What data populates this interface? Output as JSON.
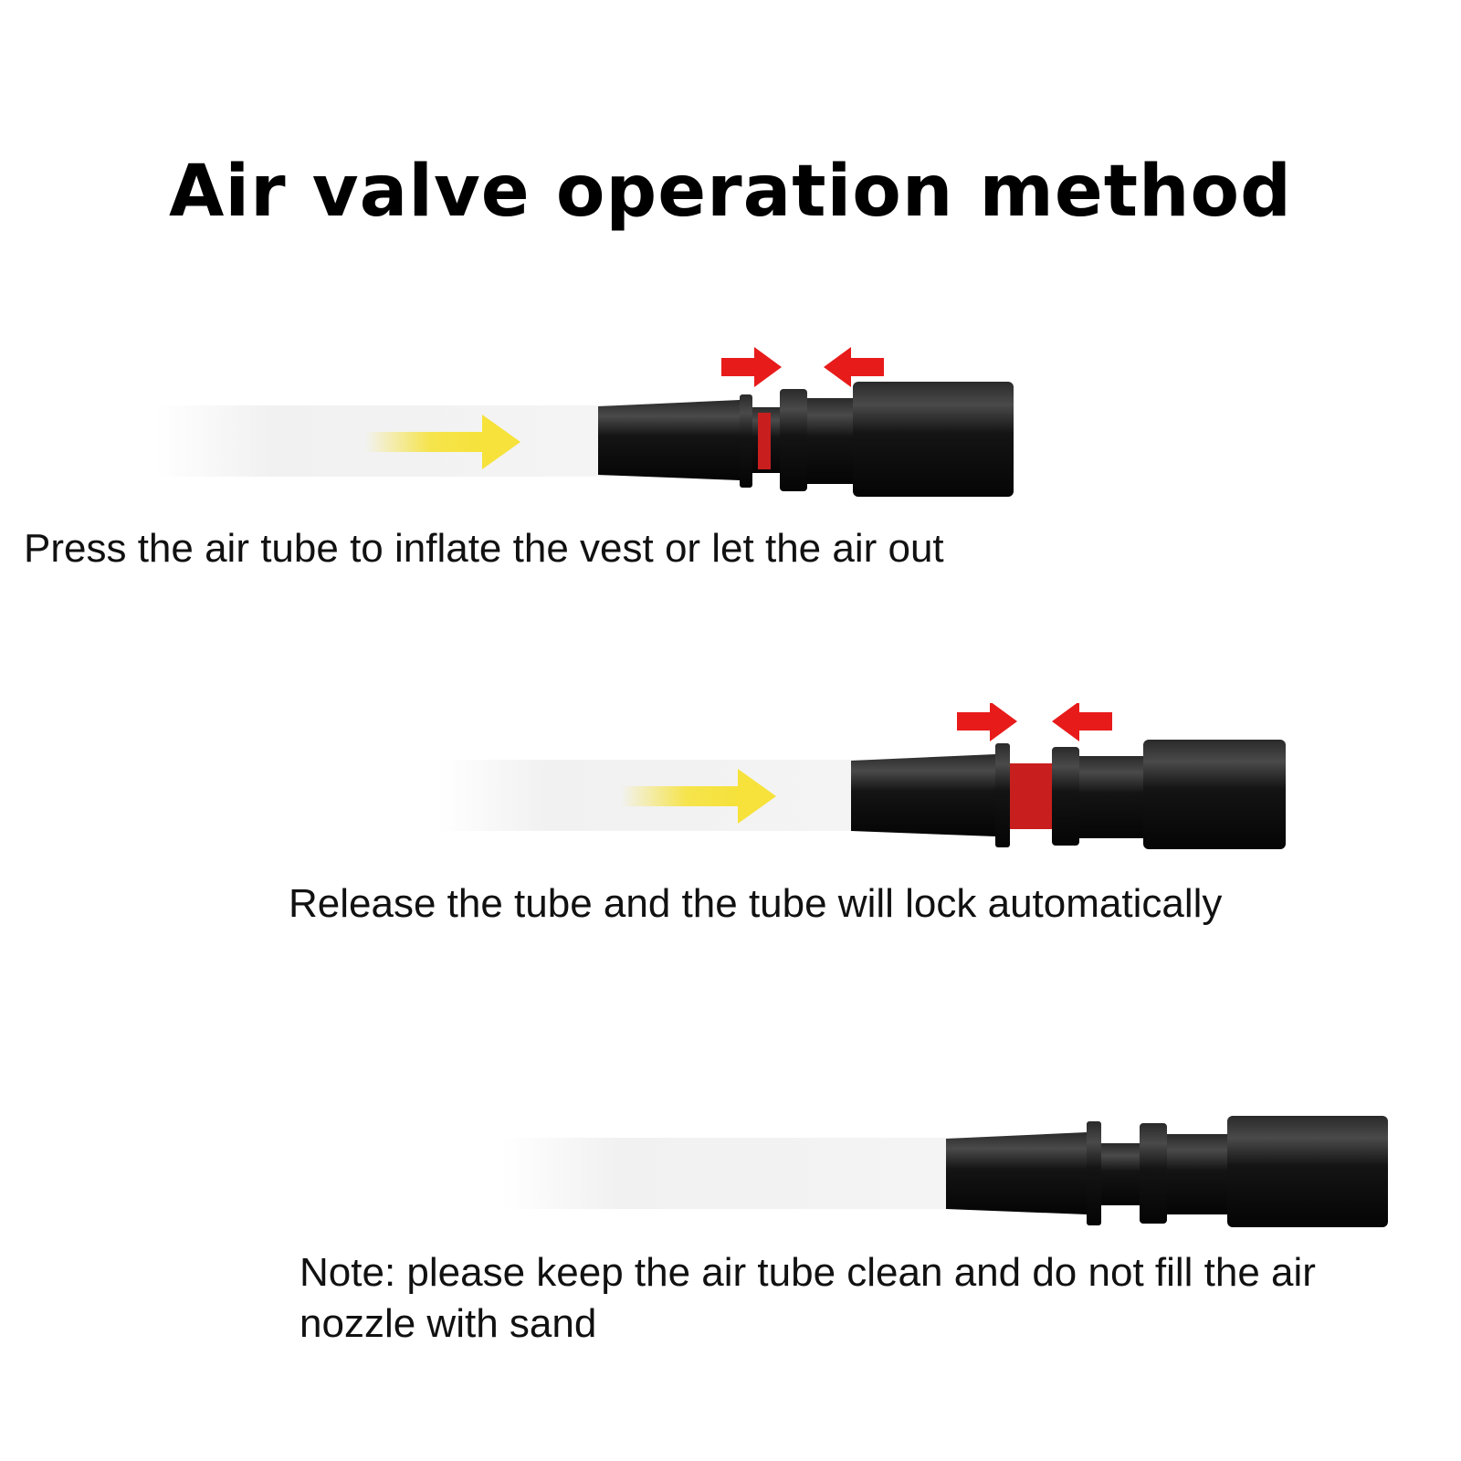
{
  "title": "Air valve operation method",
  "steps": [
    {
      "caption": "Press the air tube to inflate the vest or let the air out",
      "state": "pressed",
      "show_press_arrows": true,
      "show_flow_arrow": true
    },
    {
      "caption": "Release the tube and the tube will lock automatically",
      "state": "released",
      "show_press_arrows": true,
      "show_flow_arrow": true
    },
    {
      "caption": "Note: please keep the air tube clean and do not fill the air nozzle with sand",
      "state": "normal",
      "show_press_arrows": false,
      "show_flow_arrow": false
    }
  ],
  "colors": {
    "valve_body": "#141414",
    "valve_highlight": "#4a4a4a",
    "seal_ring": "#c81e1e",
    "press_arrow": "#e81b1b",
    "flow_arrow": "#f6e23a",
    "tube": "#f2f2f2"
  }
}
